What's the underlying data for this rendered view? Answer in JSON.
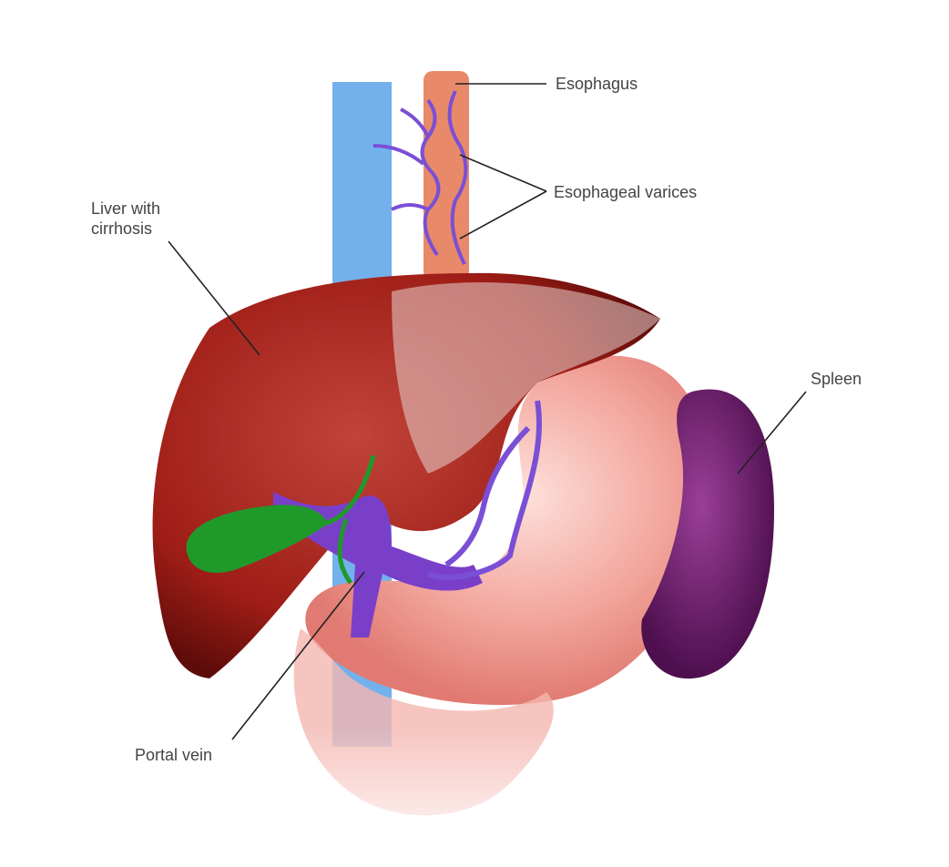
{
  "labels": {
    "esophagus": "Esophagus",
    "esophageal_varices": "Esophageal varices",
    "liver_line1": "Liver with",
    "liver_line2": "cirrhosis",
    "spleen": "Spleen",
    "portal_vein": "Portal vein"
  },
  "colors": {
    "liver": "#9e1d16",
    "stomach": "#f2a59c",
    "spleen": "#6e1f6e",
    "vena_cava": "#5aa3ea",
    "esophagus": "#e88a6a",
    "portal_vein": "#7a3fc9",
    "gallbladder": "#1f9a2a",
    "leader_line": "#222222",
    "label_text": "#444444"
  }
}
